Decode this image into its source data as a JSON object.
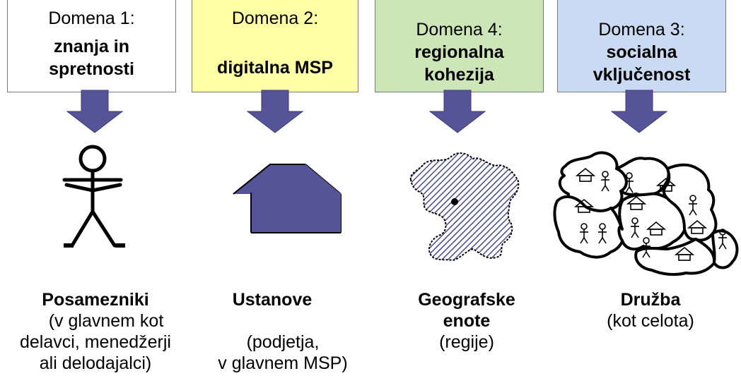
{
  "domains": [
    {
      "heading": "Domena 1:",
      "name_line1": "znanja in",
      "name_line2": "spretnosti",
      "color": "#ffffff"
    },
    {
      "heading": "Domena 2:",
      "name_line1": "",
      "name_line2": "digitalna MSP",
      "color": "#ffffa6"
    },
    {
      "heading": "Domena 4:",
      "name_line1": "regionalna",
      "name_line2": "kohezija",
      "color": "#cde6b8"
    },
    {
      "heading": "Domena 3:",
      "name_line1": "socialna",
      "name_line2": "vključenost",
      "color": "#c9daf2"
    }
  ],
  "captions": [
    {
      "title": "Posamezniki",
      "line1": "(v glavnem kot",
      "line2": "delavci, menedžerji",
      "line3": "ali delodajalci)"
    },
    {
      "title": "Ustanove",
      "line1": "",
      "line2": "(podjetja,",
      "line3": "v glavnem MSP)"
    },
    {
      "title": "Geografske",
      "title2": "enote",
      "line1": "(regije)"
    },
    {
      "title": "Družba",
      "line1": "(kot celota)"
    }
  ],
  "colors": {
    "arrow": "#565499",
    "figure": "#000000",
    "house": "#565499",
    "region_hatch": "#4a4a8a"
  },
  "icons": [
    "stick-figure-icon",
    "house-icon",
    "region-map-icon",
    "society-map-icon"
  ]
}
